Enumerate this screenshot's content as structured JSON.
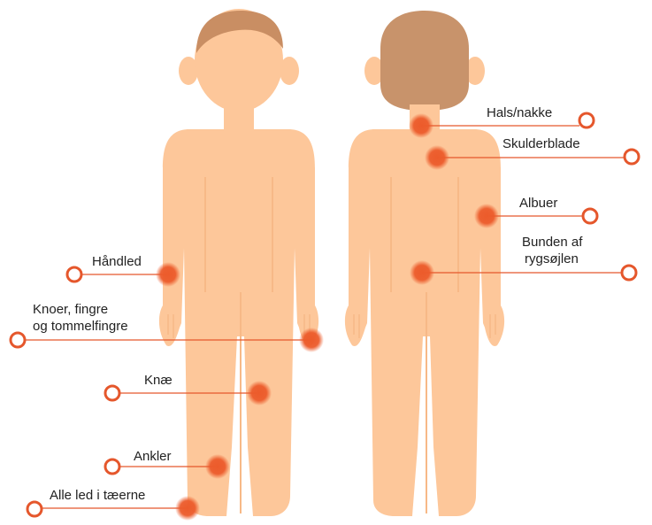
{
  "colors": {
    "skin": "#fdc79a",
    "skin_shade": "#f7b987",
    "hair_front": "#c98e63",
    "hair_back": "#c8936b",
    "marker": "#ec5b2b",
    "line": "#e5572c",
    "text": "#222222"
  },
  "labels": {
    "neck": "Hals/nakke",
    "shoulder_blade": "Skulderblade",
    "elbow": "Albuer",
    "lower_back_line1": "Bunden af",
    "lower_back_line2": "rygsøjlen",
    "wrist": "Håndled",
    "fingers_line1": "Knoer, fingre",
    "fingers_line2": "og tommelfingre",
    "knee": "Knæ",
    "ankle": "Ankler",
    "toes": "Alle led i tæerne"
  }
}
